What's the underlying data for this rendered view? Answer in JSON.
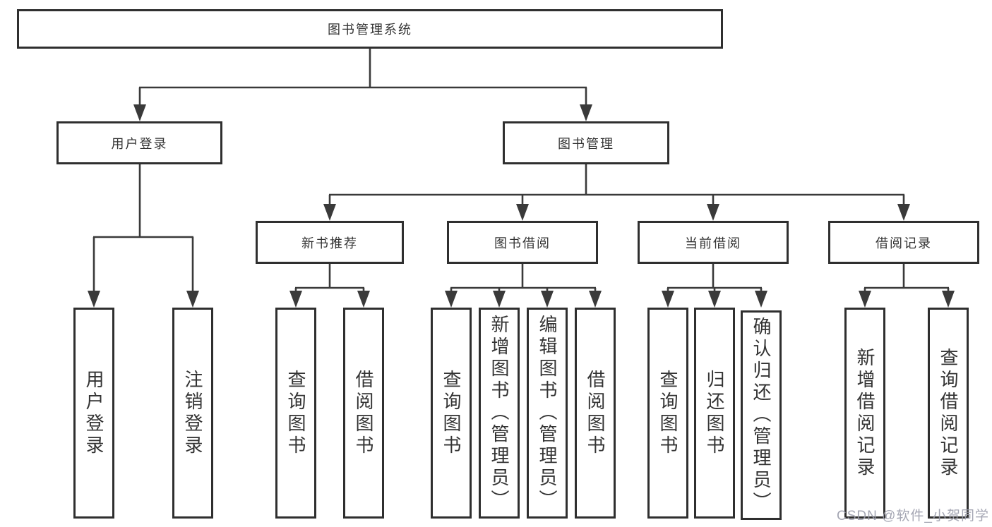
{
  "diagram_type": "hierarchy-tree",
  "tree": {
    "label": "图书管理系统",
    "children": [
      {
        "label": "用户登录",
        "children": [
          {
            "label": "用户登录"
          },
          {
            "label": "注销登录"
          }
        ]
      },
      {
        "label": "图书管理",
        "children": [
          {
            "label": "新书推荐",
            "children": [
              {
                "label": "查询图书"
              },
              {
                "label": "借阅图书"
              }
            ]
          },
          {
            "label": "图书借阅",
            "children": [
              {
                "label": "查询图书"
              },
              {
                "label": "新增图书（管理员）"
              },
              {
                "label": "编辑图书（管理员）"
              },
              {
                "label": "借阅图书"
              }
            ]
          },
          {
            "label": "当前借阅",
            "children": [
              {
                "label": "查询图书"
              },
              {
                "label": "归还图书"
              },
              {
                "label": "确认归还（管理员）"
              }
            ]
          },
          {
            "label": "借阅记录",
            "children": [
              {
                "label": "新增借阅记录"
              },
              {
                "label": "查询借阅记录"
              }
            ]
          }
        ]
      }
    ]
  },
  "watermark": {
    "text": "CSDN @软件_小贺同学"
  },
  "colors": {
    "line": "#3a3a3a",
    "border": "#2f2f2f",
    "text": "#333333",
    "watermark": "#9b9dab",
    "bg": "#ffffff"
  }
}
